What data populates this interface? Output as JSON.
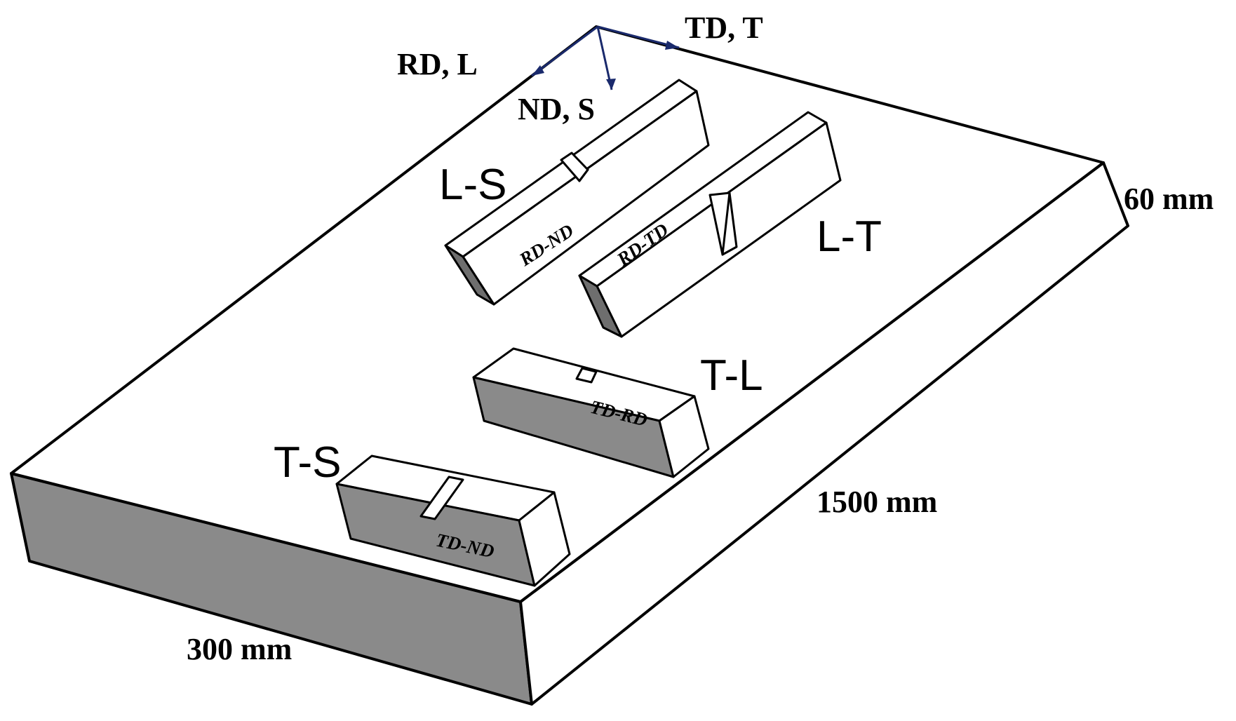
{
  "dimensions": {
    "thickness": "60 mm",
    "length": "1500 mm",
    "width": "300 mm"
  },
  "axes": {
    "rolling": "RD, L",
    "normal": "ND, S",
    "transverse": "TD, T",
    "color": "#1a2a6c"
  },
  "specimens": [
    {
      "orientation": "L-S",
      "plane": "RD-ND"
    },
    {
      "orientation": "L-T",
      "plane": "RD-TD"
    },
    {
      "orientation": "T-L",
      "plane": "TD-RD"
    },
    {
      "orientation": "T-S",
      "plane": "TD-ND"
    }
  ],
  "colors": {
    "front_face": "#8a8a8a",
    "background": "#ffffff",
    "outline": "#000000"
  }
}
